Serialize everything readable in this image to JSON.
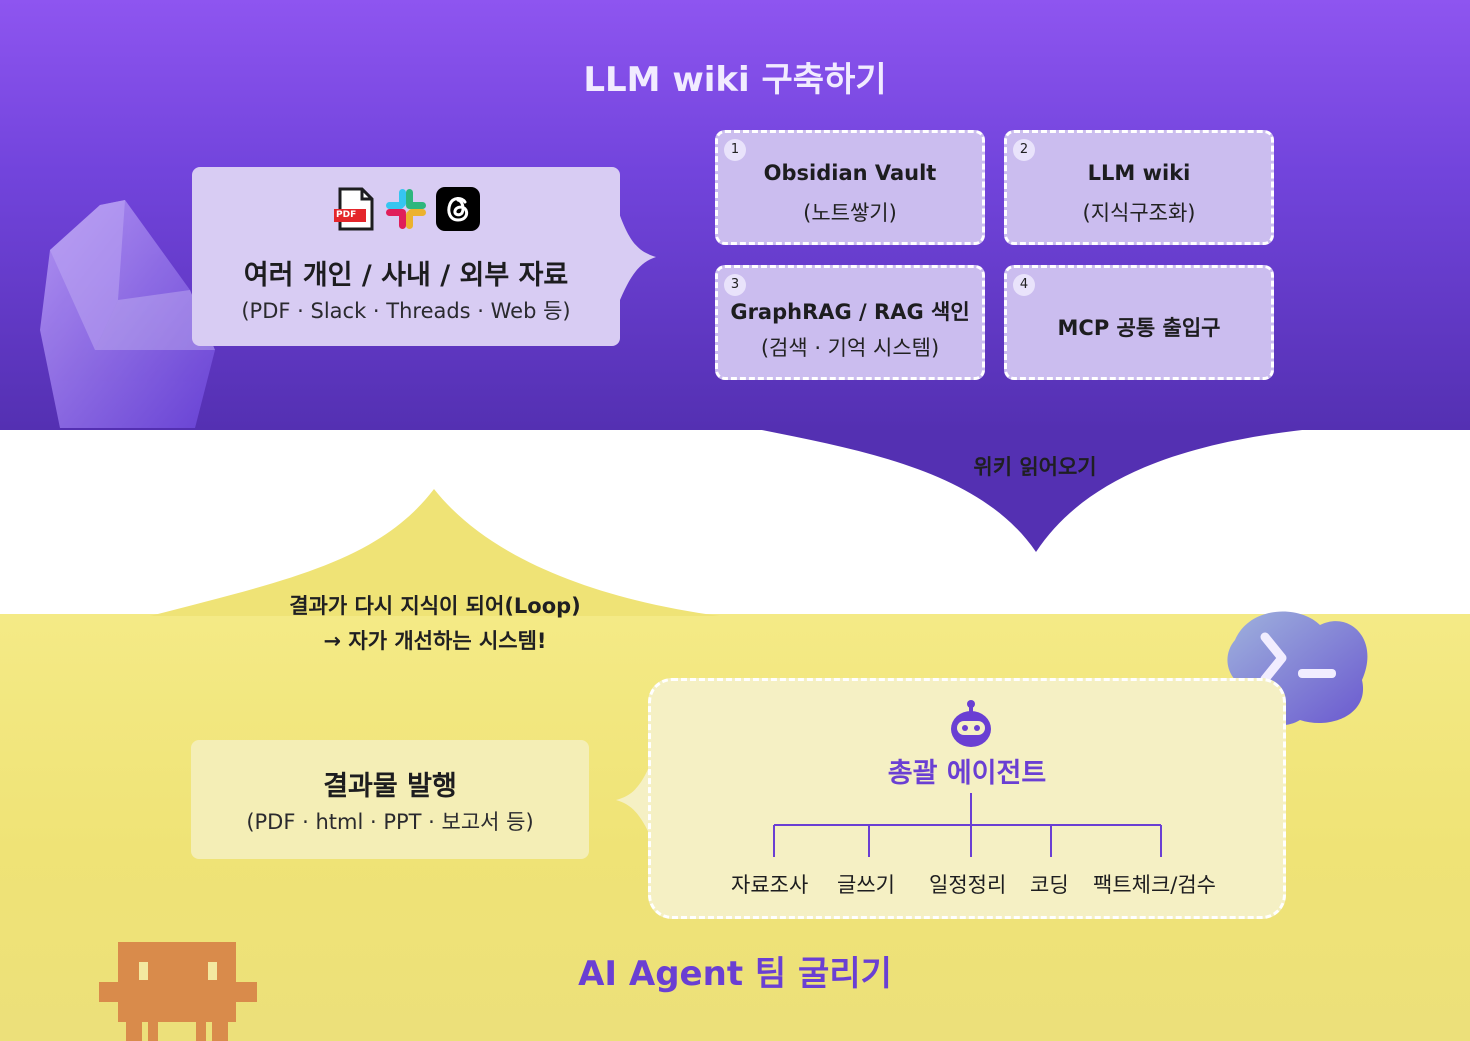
{
  "top_section": {
    "title": "LLM wiki 구축하기",
    "source_box": {
      "title": "여러 개인 / 사내 / 외부 자료",
      "subtitle": "(PDF · Slack · Threads · Web 등)",
      "icons": [
        "pdf-icon",
        "slack-icon",
        "threads-icon"
      ],
      "pdf_icon_text": "PDF"
    },
    "steps": [
      {
        "num": "1",
        "line1": "Obsidian Vault",
        "line2": "(노트쌓기)"
      },
      {
        "num": "2",
        "line1": "LLM wiki",
        "line2": "(지식구조화)"
      },
      {
        "num": "3",
        "line1": "GraphRAG / RAG 색인",
        "line2": "(검색 · 기억 시스템)"
      },
      {
        "num": "4",
        "line1": "MCP 공통 출입구",
        "line2": ""
      }
    ]
  },
  "flows": {
    "read_wiki": "위키 읽어오기",
    "loop_line1": "결과가 다시 지식이 되어(Loop)",
    "loop_line2": "→ 자가 개선하는 시스템!"
  },
  "bottom_section": {
    "title": "AI Agent 팀 굴리기",
    "publish_box": {
      "title": "결과물 발행",
      "subtitle": "(PDF · html · PPT · 보고서 등)"
    },
    "agent_box": {
      "title": "총괄 에이전트",
      "workers": [
        "자료조사",
        "글쓰기",
        "일정정리",
        "코딩",
        "팩트체크/검수"
      ]
    }
  },
  "colors": {
    "top_gradient": [
      "#8e55f0",
      "#5430b2"
    ],
    "bottom_band": "#efe376",
    "accent_purple": "#6a3fd3",
    "step_fill": "#cbbdef",
    "source_fill": "#d8ccf3"
  }
}
